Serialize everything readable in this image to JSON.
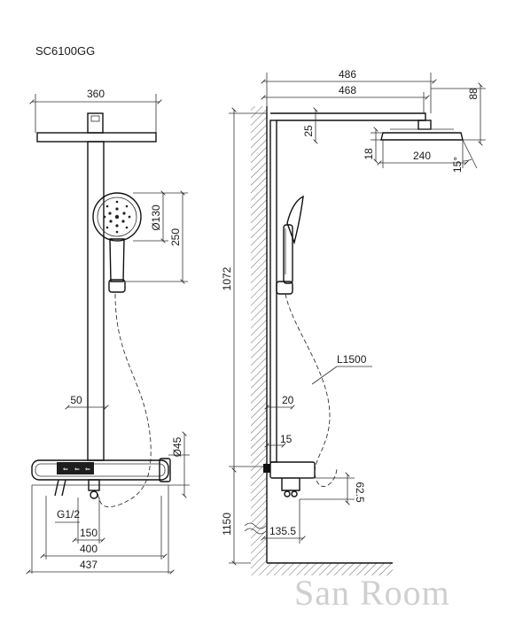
{
  "model": "SC6100GG",
  "watermark": "San Room",
  "front": {
    "top_width": "360",
    "hand_diameter": "Ø130",
    "hand_height": "250",
    "pipe_width": "50",
    "thermo_diameter": "Ø45",
    "thread": "G1/2",
    "inlet_spacing": "150",
    "body_width_400": "400",
    "body_width_437": "437"
  },
  "side": {
    "head_reach_486": "486",
    "head_reach_468": "468",
    "head_drop": "88",
    "arm_drop": "25",
    "head_thickness": "18",
    "head_width": "240",
    "head_angle": "15°",
    "total_height": "1072",
    "hose_length": "L1500",
    "pipe_dim": "20",
    "small_dim": "15",
    "mount_height": "1150",
    "inlet_offset": "135.5",
    "inlet_drop": "62.5"
  }
}
